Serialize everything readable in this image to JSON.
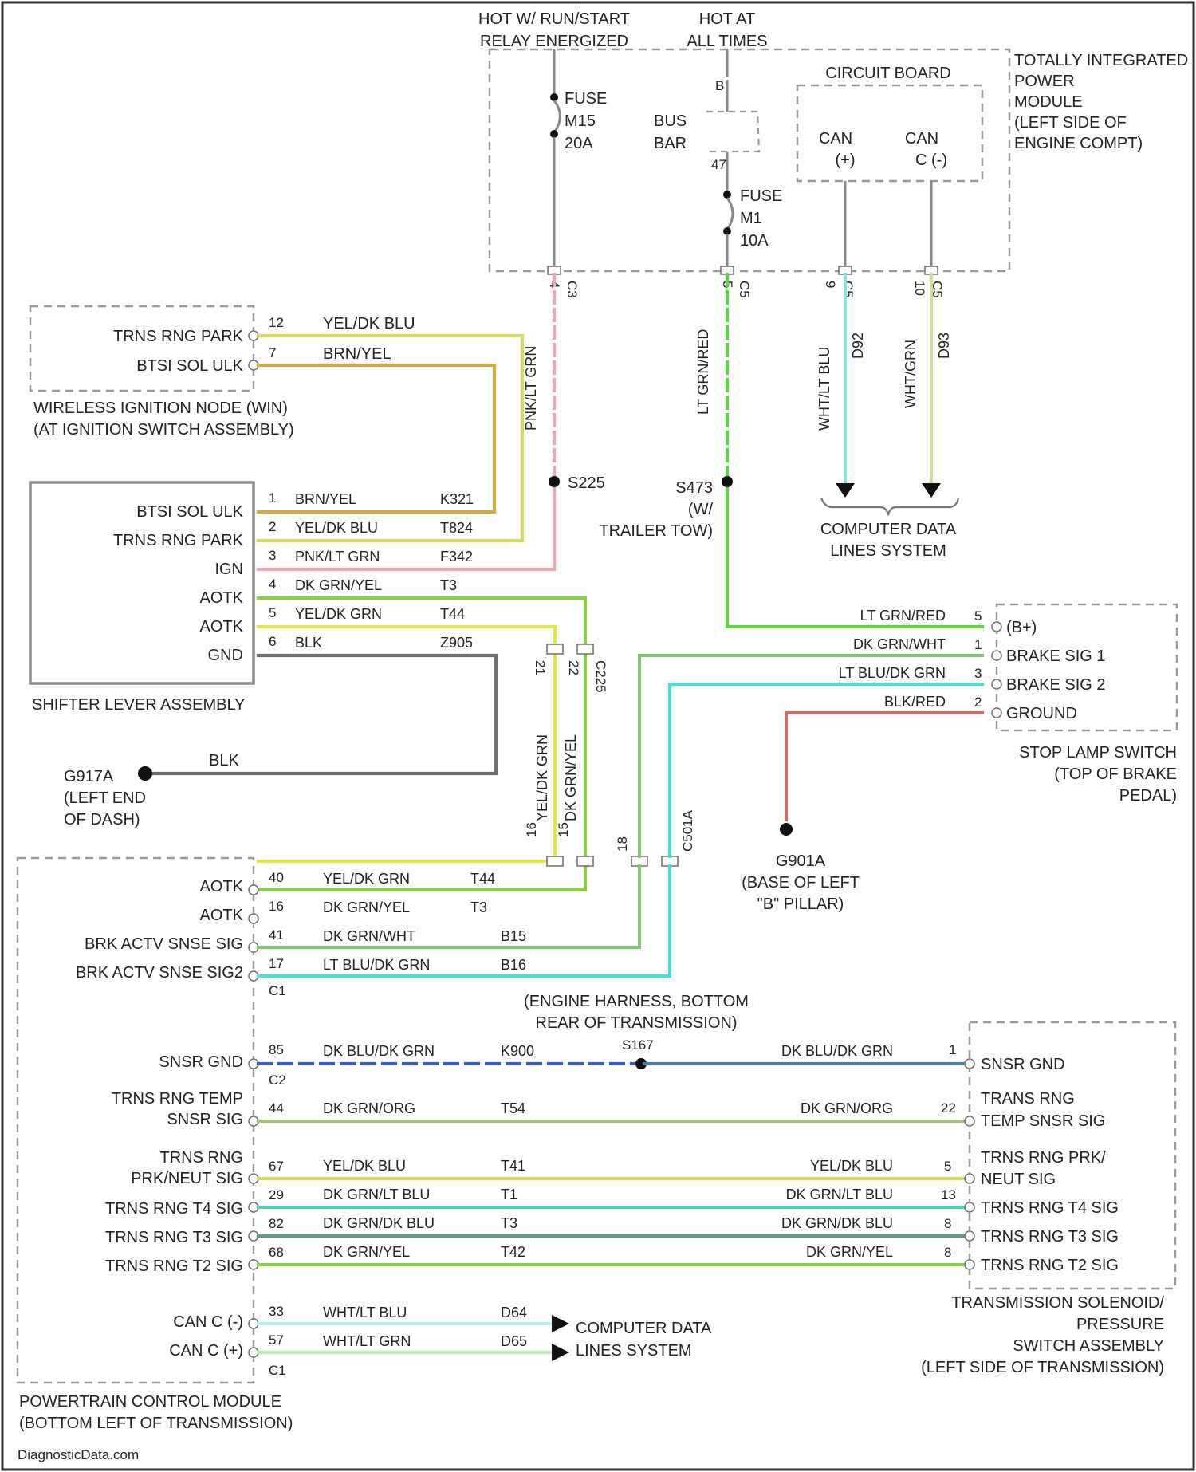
{
  "colors": {
    "yel_blu": "#d6da6a",
    "brn_yel": "#d2aa45",
    "pnk_lt_grn": "#eaa7b4",
    "dk_grn_yel": "#8ccf48",
    "yel_dk_grn": "#dfe64e",
    "blk": "#6e6e6e",
    "lt_grn_red": "#61d349",
    "dk_grn_wht": "#88c078",
    "lt_blu_dk_grn": "#56dbd3",
    "blk_red": "#c86f6a",
    "dk_blu_dk_grn_dash": "#3f5fb4",
    "dk_blu_dk_grn": "#4f7f99",
    "dk_grn_org": "#a9c07c",
    "dk_grn_lt_blu": "#4ed0b4",
    "dk_grn_dk_blu": "#5f9a88",
    "wht_lt_blu": "#b5f0ee",
    "wht_lt_grn": "#bde8ba",
    "wht_blu": "#8edfe0",
    "wht_grn": "#d5d9a2"
  },
  "tipm": {
    "hot_run": [
      "HOT W/ RUN/START",
      "RELAY ENERGIZED"
    ],
    "hot_all": [
      "HOT AT",
      "ALL TIMES"
    ],
    "name": [
      "TOTALLY INTEGRATED",
      "POWER",
      "MODULE",
      "(LEFT SIDE OF",
      "ENGINE COMPT)"
    ],
    "circuit_board": "CIRCUIT BOARD",
    "can_plus": [
      "CAN",
      "(+)"
    ],
    "can_minus": [
      "CAN",
      "C (-)"
    ],
    "fuse_a": [
      "FUSE",
      "M15",
      "20A"
    ],
    "fuse_b": [
      "FUSE",
      "M1",
      "10A"
    ],
    "bus_bar": [
      "BUS",
      "BAR"
    ],
    "bb_num": "B",
    "bb_num2": "47",
    "pins": [
      "4",
      "C3",
      "5",
      "C5",
      "9",
      "C5",
      "10",
      "C5"
    ],
    "wire_pnk": "PNK/LT GRN",
    "wire_ltgrn": "LT GRN/RED",
    "wire_wht_blu": "WHT/LT BLU",
    "code_wht_blu": "D92",
    "wire_wht_grn": "WHT/GRN",
    "code_wht_grn": "D93"
  },
  "computer_data_top": [
    "COMPUTER DATA",
    "LINES SYSTEM"
  ],
  "win": {
    "rows": [
      {
        "label": "TRNS RNG PARK",
        "pin": "12",
        "wire": "YEL/DK BLU"
      },
      {
        "label": "BTSI SOL ULK",
        "pin": "7",
        "wire": "BRN/YEL"
      }
    ],
    "name": [
      "WIRELESS IGNITION NODE (WIN)",
      "(AT IGNITION SWITCH ASSEMBLY)"
    ]
  },
  "shifter": {
    "rows": [
      {
        "label": "BTSI SOL ULK",
        "pin": "1",
        "wire": "BRN/YEL",
        "code": "K321"
      },
      {
        "label": "TRNS RNG PARK",
        "pin": "2",
        "wire": "YEL/DK BLU",
        "code": "T824"
      },
      {
        "label": "IGN",
        "pin": "3",
        "wire": "PNK/LT GRN",
        "code": "F342"
      },
      {
        "label": "AOTK",
        "pin": "4",
        "wire": "DK GRN/YEL",
        "code": "T3"
      },
      {
        "label": "AOTK",
        "pin": "5",
        "wire": "YEL/DK GRN",
        "code": "T44"
      },
      {
        "label": "GND",
        "pin": "6",
        "wire": "BLK",
        "code": "Z905"
      }
    ],
    "name": "SHIFTER LEVER ASSEMBLY"
  },
  "splice_s225": "S225",
  "splice_s473": [
    "S473",
    "(W/",
    "TRAILER TOW)"
  ],
  "ground_g917a": [
    "G917A",
    "(LEFT END",
    "OF DASH)"
  ],
  "blk_label": "BLK",
  "c_connectors": {
    "top": [
      [
        "21",
        "C225"
      ],
      [
        "22",
        "C225"
      ]
    ],
    "vertical_wires": [
      "YEL/DK GRN",
      "DK GRN/YEL"
    ],
    "bottom": [
      "16",
      "15",
      "18",
      "C501A"
    ]
  },
  "stop_lamp": {
    "rows": [
      {
        "label": "(B+)",
        "pin": "5",
        "wire": "LT GRN/RED"
      },
      {
        "label": "BRAKE SIG 1",
        "pin": "1",
        "wire": "DK GRN/WHT"
      },
      {
        "label": "BRAKE SIG 2",
        "pin": "3",
        "wire": "LT BLU/DK GRN"
      },
      {
        "label": "GROUND",
        "pin": "2",
        "wire": "BLK/RED"
      }
    ],
    "name": [
      "STOP LAMP SWITCH",
      "(TOP OF BRAKE",
      "PEDAL)"
    ]
  },
  "ground_g901a": [
    "G901A",
    "(BASE OF LEFT",
    "\"B\" PILLAR)"
  ],
  "pcm": {
    "c1_rows": [
      {
        "label": "AOTK",
        "pin": "40",
        "wire": "YEL/DK GRN",
        "code": "T44"
      },
      {
        "label": "AOTK",
        "pin": "16",
        "wire": "DK GRN/YEL",
        "code": "T3"
      },
      {
        "label": "BRK ACTV SNSE SIG",
        "pin": "41",
        "wire": "DK GRN/WHT",
        "code": "B15"
      },
      {
        "label": "BRK ACTV SNSE SIG2",
        "pin": "17",
        "wire": "LT BLU/DK GRN",
        "code": "B16"
      }
    ],
    "c1": "C1",
    "harness_note": [
      "(ENGINE HARNESS, BOTTOM",
      "REAR OF TRANSMISSION)"
    ],
    "snsr_gnd": {
      "label": "SNSR GND",
      "pin": "85",
      "wire": "DK BLU/DK GRN",
      "code": "K900",
      "conn": "C2"
    },
    "splice_s167": "S167",
    "c2_rows": [
      {
        "label": [
          "TRNS RNG TEMP",
          "SNSR SIG"
        ],
        "pin": "44",
        "wire": "DK GRN/ORG",
        "code": "T54"
      },
      {
        "label": [
          "TRNS RNG",
          "PRK/NEUT SIG"
        ],
        "pin": "67",
        "wire": "YEL/DK BLU",
        "code": "T41"
      },
      {
        "label": [
          "TRNS RNG T4 SIG"
        ],
        "pin": "29",
        "wire": "DK GRN/LT BLU",
        "code": "T1"
      },
      {
        "label": [
          "TRNS RNG T3 SIG"
        ],
        "pin": "82",
        "wire": "DK GRN/DK BLU",
        "code": "T3"
      },
      {
        "label": [
          "TRNS RNG T2 SIG"
        ],
        "pin": "68",
        "wire": "DK GRN/YEL",
        "code": "T42"
      }
    ],
    "can_rows": [
      {
        "label": "CAN C (-)",
        "pin": "33",
        "wire": "WHT/LT BLU",
        "code": "D64"
      },
      {
        "label": "CAN C (+)",
        "pin": "57",
        "wire": "WHT/LT GRN",
        "code": "D65"
      }
    ],
    "c1b": "C1",
    "name": [
      "POWERTRAIN CONTROL MODULE",
      "(BOTTOM LEFT OF TRANSMISSION)"
    ]
  },
  "computer_data_bottom": [
    "COMPUTER DATA",
    "LINES SYSTEM"
  ],
  "tsps": {
    "rows": [
      {
        "label": "SNSR GND",
        "pin": "1",
        "wire": "DK BLU/DK GRN"
      },
      {
        "label": "TRANS RNG TEMP SNSR SIG",
        "pin": "22",
        "wire": "DK GRN/ORG"
      },
      {
        "label": "TRNS RNG PRK/ NEUT SIG",
        "pin": "5",
        "wire": "YEL/DK BLU"
      },
      {
        "label": "TRNS RNG T4 SIG",
        "pin": "13",
        "wire": "DK GRN/LT BLU"
      },
      {
        "label": "TRNS RNG T3 SIG",
        "pin": "8",
        "wire": "DK GRN/DK BLU"
      },
      {
        "label": "TRNS RNG T2 SIG",
        "pin": "8",
        "wire": "DK GRN/YEL"
      }
    ],
    "tsps_labels": [
      [
        "TRANS RNG",
        "TEMP SNSR SIG"
      ],
      [
        "TRNS RNG PRK/",
        "NEUT SIG"
      ]
    ],
    "name": [
      "TRANSMISSION SOLENOID/",
      "PRESSURE",
      "SWITCH ASSEMBLY",
      "(LEFT SIDE OF TRANSMISSION)"
    ]
  },
  "watermark": "DiagnosticData.com"
}
